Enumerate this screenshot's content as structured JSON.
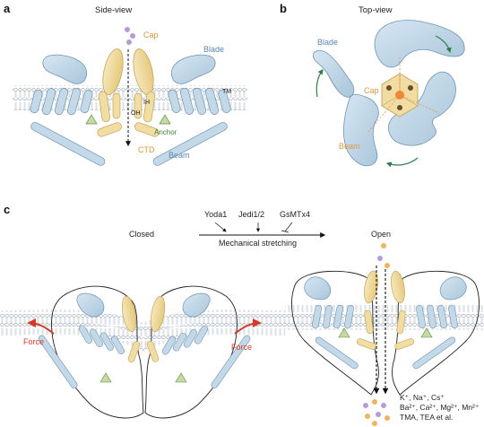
{
  "panels": {
    "a": {
      "letter": "a",
      "title": "Side-view",
      "labels": {
        "cap": "Cap",
        "blade": "Blade",
        "anchor": "Anchor",
        "ctd": "CTD",
        "beam": "Beam",
        "oh": "OH",
        "ih": "IH",
        "tm": "TM"
      }
    },
    "b": {
      "letter": "b",
      "title": "Top-view",
      "labels": {
        "blade": "Blade",
        "cap": "Cap",
        "beam": "Beam"
      }
    },
    "c": {
      "letter": "c",
      "labels": {
        "closed": "Closed",
        "open": "Open",
        "yoda": "Yoda1",
        "jedi": "Jedi1/2",
        "gsmtx": "GsMTx4",
        "mechanical": "Mechanical stretching",
        "force_left": "Force",
        "force_right": "Force"
      },
      "ions": {
        "line1": "K⁺, Na⁺, Cs⁺",
        "line2": "Ba²⁺, Ca²⁺, Mg²⁺, Mn²⁺",
        "line3": "TMA, TEA et al."
      }
    }
  },
  "colors": {
    "blade_blue": "#b9d3e4",
    "blade_stroke": "#6f93b3",
    "cap_yellow": "#f1dca2",
    "cap_stroke": "#c3a45c",
    "anchor_green": "#c7d9a5",
    "force_red": "#d43a2a",
    "arrow_green": "#2f7d4f",
    "ion_purple": "#b79ad6",
    "ion_orange": "#f2b35e",
    "lipid_gray": "#9aa7b2"
  }
}
